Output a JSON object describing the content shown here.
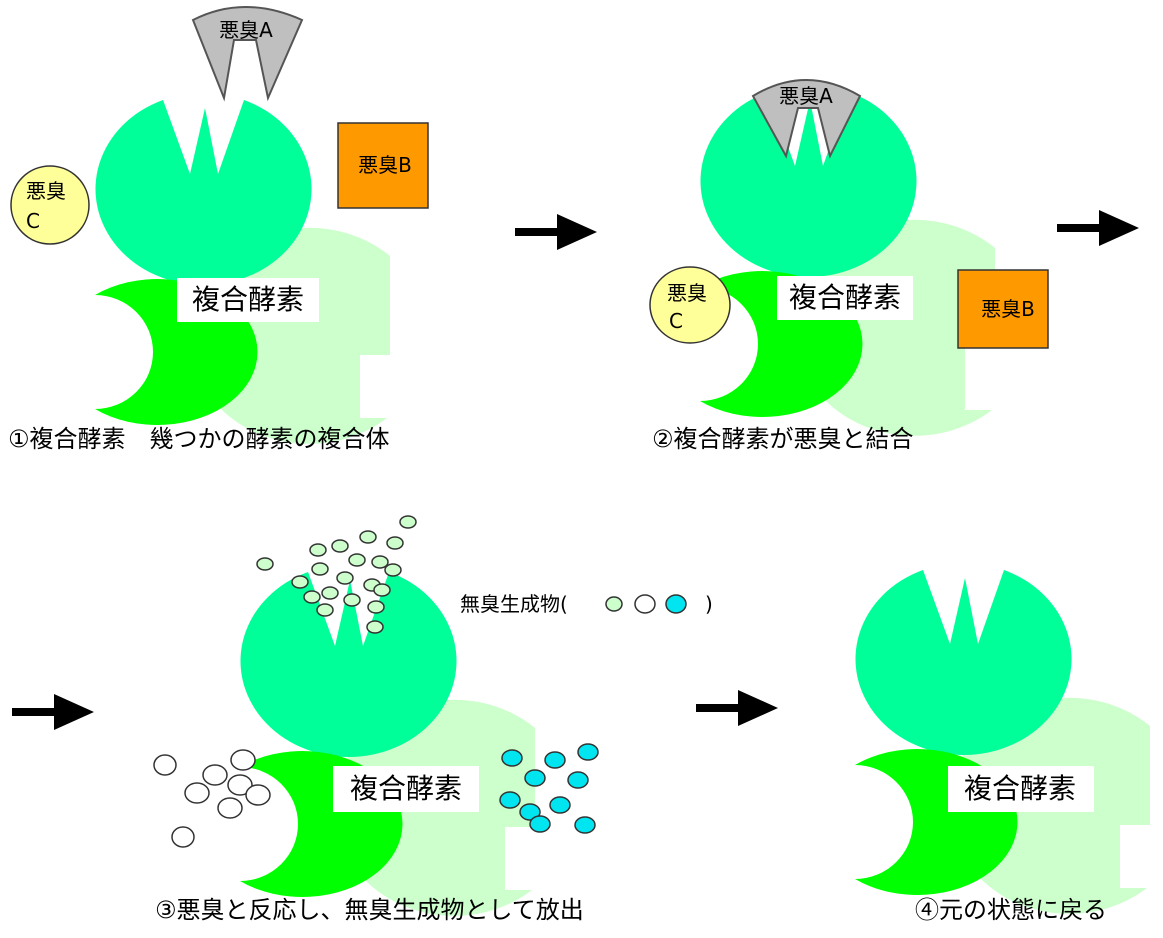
{
  "enzyme_label": "複合酵素",
  "odor_a": "悪臭A",
  "odor_b": "悪臭B",
  "odor_c_line1": "悪臭",
  "odor_c_line2": "C",
  "products_label": "無臭生成物(",
  "products_close": ")",
  "captions": {
    "step1": "①複合酵素　幾つかの酵素の複合体",
    "step2": "②複合酵素が悪臭と結合",
    "step3": "③悪臭と反応し、無臭生成物として放出",
    "step4": "④元の状態に戻る"
  },
  "colors": {
    "upper_enzyme": "#00ff99",
    "lower_enzyme": "#00ff00",
    "back_enzyme": "#ccffcc",
    "odor_a": "#bfbfbf",
    "odor_b": "#ff9900",
    "odor_c": "#ffff99",
    "product_light_green": "#ccffcc",
    "product_white": "#ffffff",
    "product_cyan": "#00e5f0"
  }
}
